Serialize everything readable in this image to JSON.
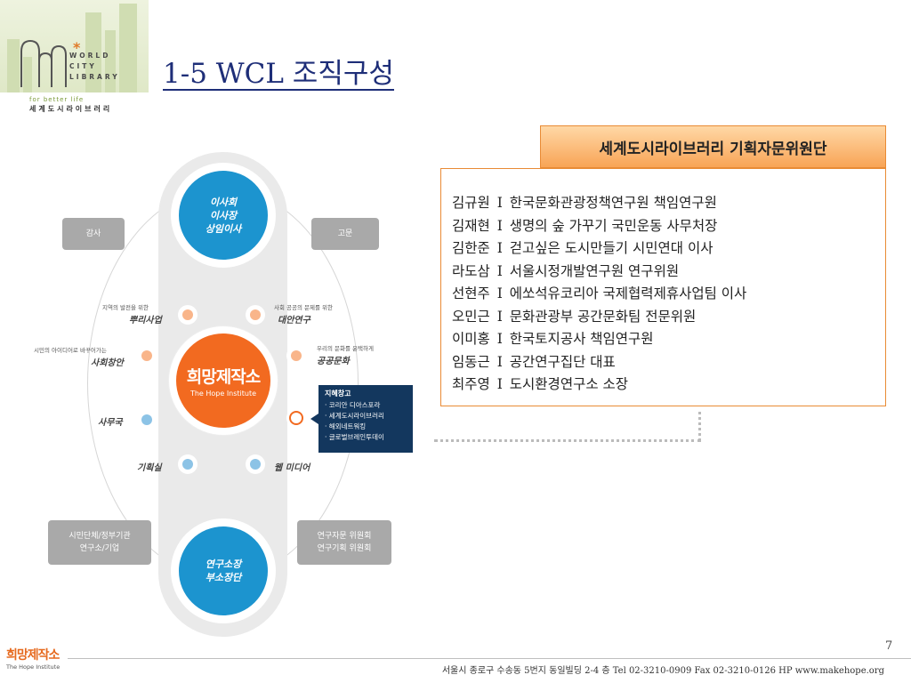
{
  "logo": {
    "name_lines": [
      "WORLD",
      "CITY",
      "LIBRARY"
    ],
    "tagline": "for better life",
    "korean": "세계도시라이브러리",
    "star": "*"
  },
  "title": "1-5 WCL 조직구성",
  "org": {
    "top_circle": [
      "이사회",
      "이사장",
      "상임이사"
    ],
    "center": {
      "korean": "희망제작소",
      "english": "The Hope Institute"
    },
    "bottom_circle": [
      "연구소장",
      "부소장단"
    ],
    "side_boxes": {
      "audit": "감사",
      "advisor": "고문",
      "left_bottom": [
        "시민단체/정부기관",
        "연구소/기업"
      ],
      "right_bottom": [
        "연구자문 위원회",
        "연구기획 위원회"
      ]
    },
    "nodes": {
      "roots": {
        "small": "지역의 발전을 위한",
        "big": "뿌리사업"
      },
      "social": {
        "small": "시민의 아이디어로 바꾸어가는",
        "big": "사회창안"
      },
      "office": {
        "big": "사무국"
      },
      "planning": {
        "big": "기획실"
      },
      "alternative": {
        "small": "사회 공공의 문제를 위한",
        "big": "대안연구"
      },
      "public_culture": {
        "small": "우리의 문화를 윤택하게",
        "big": "공공문화"
      },
      "web_media": {
        "big": "웹 미디어"
      }
    },
    "wisdom_box": {
      "title": "지혜창고",
      "items": [
        "· 코리안 디아스포라",
        "· 세계도시라이브러리",
        "· 해외네트워킹",
        "· 글로벌브레인투데이"
      ]
    },
    "colors": {
      "blue": "#1c94cf",
      "orange": "#f26a20",
      "navy": "#13375e",
      "peach": "#f9b58a",
      "light_blue": "#8cc3e6",
      "gray": "#a9a9a9"
    }
  },
  "committee": {
    "title": "세계도시라이브러리 기획자문위원단",
    "separator": "I",
    "members": [
      {
        "name": "김규원",
        "role": "한국문화관광정책연구원 책임연구원"
      },
      {
        "name": "김재현",
        "role": "생명의 숲 가꾸기 국민운동 사무처장"
      },
      {
        "name": "김한준",
        "role": "걷고싶은 도시만들기 시민연대 이사"
      },
      {
        "name": "라도삼",
        "role": "서울시정개발연구원 연구위원"
      },
      {
        "name": "선현주",
        "role": "에쏘석유코리아 국제협력제휴사업팀 이사"
      },
      {
        "name": "오민근",
        "role": "문화관광부 공간문화팀 전문위원"
      },
      {
        "name": "이미홍",
        "role": "한국토지공사 책임연구원"
      },
      {
        "name": "임동근",
        "role": "공간연구집단 대표"
      },
      {
        "name": "최주영",
        "role": "도시환경연구소 소장"
      }
    ],
    "accent": "#e98b35"
  },
  "footer": {
    "page_number": "7",
    "address": "서울시 종로구 수송동 5번지 동일빌딩  2-4 층  Tel 02-3210-0909  Fax 02-3210-0126  HP www.makehope.org",
    "logo_korean": "희망제작소",
    "logo_english": "The Hope Institute"
  }
}
